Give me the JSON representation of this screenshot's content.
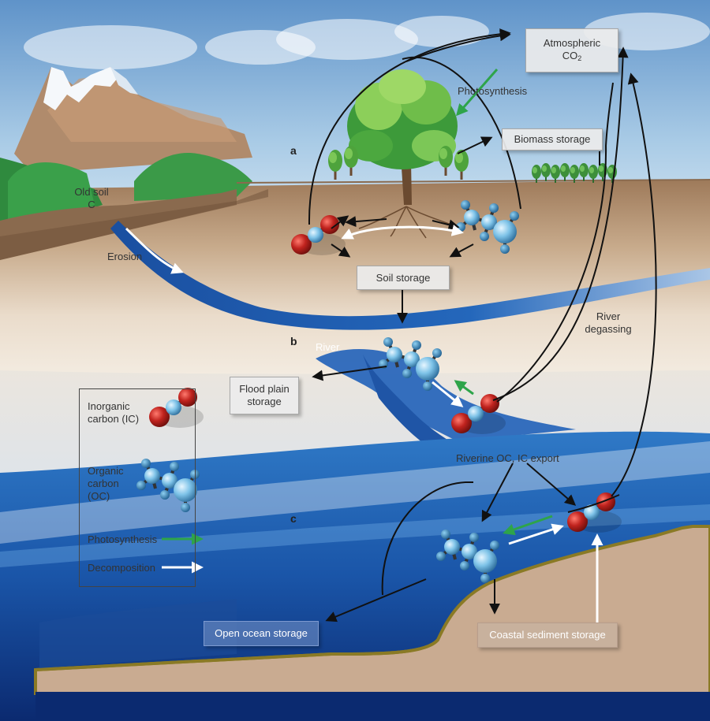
{
  "labels": {
    "atmospheric_co2": "Atmospheric",
    "atmospheric_co2_formula": "CO",
    "atmospheric_co2_sub": "2",
    "photosynthesis": "Photosynthesis",
    "biomass_storage": "Biomass storage",
    "panel_a": "a",
    "panel_b": "b",
    "panel_c": "c",
    "old_soil_line1": "Old soil",
    "old_soil_line2": "C",
    "erosion": "Erosion",
    "soil_storage": "Soil storage",
    "river": "River",
    "river_degassing_line1": "River",
    "river_degassing_line2": "degassing",
    "flood_plain_line1": "Flood plain",
    "flood_plain_line2": "storage",
    "riverine_export": "Riverine OC, IC export",
    "open_ocean_storage": "Open ocean storage",
    "coastal_sediment_storage": "Coastal sediment storage"
  },
  "legend": {
    "inorganic_line1": "Inorganic",
    "inorganic_line2": "carbon (IC)",
    "organic_line1": "Organic",
    "organic_line2": "carbon",
    "organic_line3": "(OC)",
    "photosynthesis": "Photosynthesis",
    "decomposition": "Decomposition"
  },
  "colors": {
    "photosynthesis_arrow": "#2ea44a",
    "decomposition_arrow": "#ffffff",
    "flux_arrow": "#111111",
    "river_water": "#1f5cab",
    "ocean_deep": "#0d2f78",
    "sediment": "#c9ab91",
    "carbon_atom_red": "#c0231e",
    "carbon_atom_blue": "#7ec3e8"
  },
  "icons": [
    "mountain",
    "tree",
    "forest",
    "inorganic-carbon-molecule",
    "organic-carbon-molecule"
  ]
}
